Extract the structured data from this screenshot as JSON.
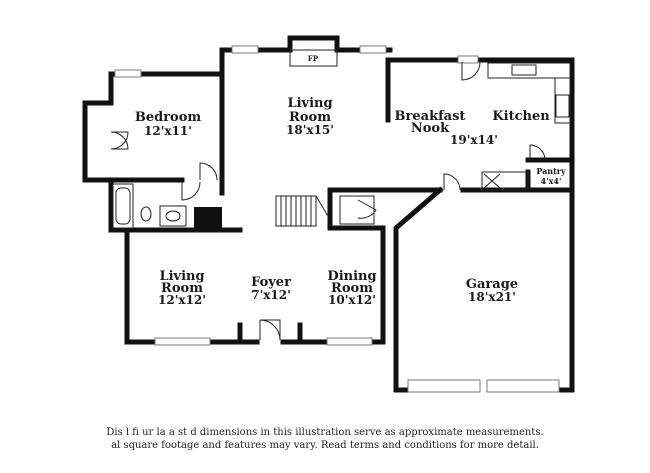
{
  "rooms": {
    "bedroom": {
      "name": "Bedroom",
      "dim": "12'x11'"
    },
    "living_room_upper": {
      "name1": "Living",
      "name2": "Room",
      "dim": "18'x15'"
    },
    "fireplace": {
      "label": "FP"
    },
    "breakfast_nook": {
      "name1": "Breakfast",
      "name2": "Nook",
      "dim": "19'x14'"
    },
    "kitchen": {
      "name": "Kitchen"
    },
    "pantry": {
      "name": "Pantry",
      "dim": "4'x4'"
    },
    "living_room_lower": {
      "name1": "Living",
      "name2": "Room",
      "dim": "12'x12'"
    },
    "foyer": {
      "name": "Foyer",
      "dim": "7'x12'"
    },
    "dining_room": {
      "name1": "Dining",
      "name2": "Room",
      "dim": "10'x12'"
    },
    "garage": {
      "name": "Garage",
      "dim": "18'x21'"
    }
  },
  "disclaimer": {
    "line1": "Dis            l  fi  ur  la   a   st  d dimensions in this illustration serve as approximate measurements.",
    "line2": "   al square footage and features may vary. Read terms and conditions for more detail."
  }
}
